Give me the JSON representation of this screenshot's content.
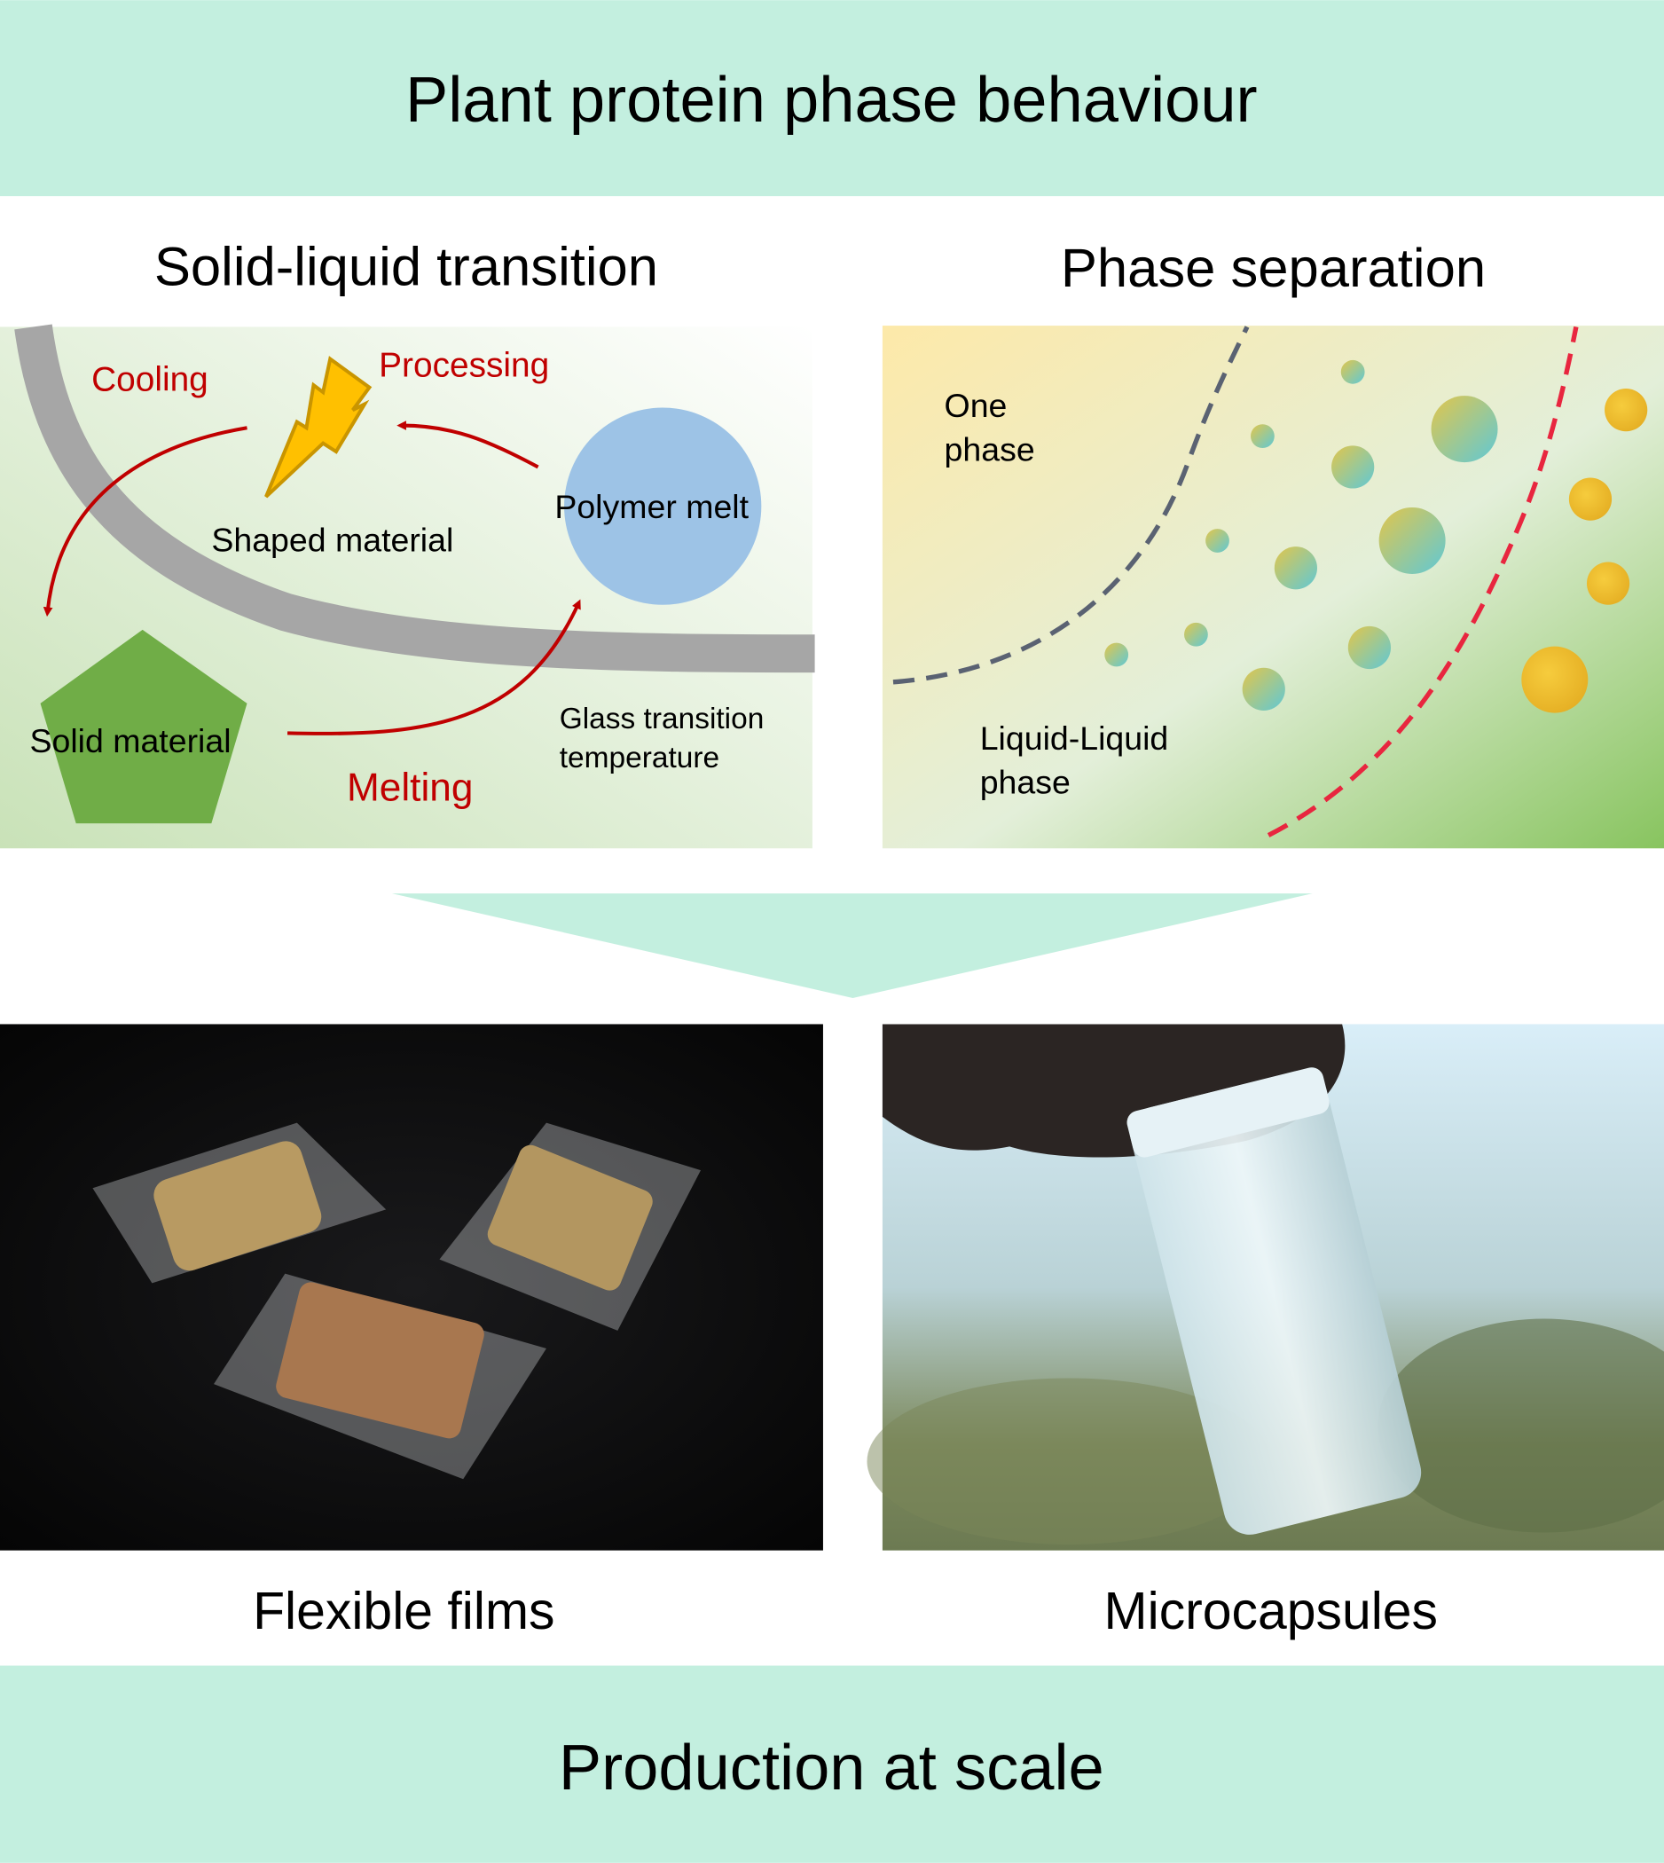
{
  "header": {
    "title": "Plant protein phase behaviour"
  },
  "left_panel": {
    "title": "Solid-liquid transition",
    "labels": {
      "cooling": "Cooling",
      "processing": "Processing",
      "shaped_material": "Shaped material",
      "polymer_melt": "Polymer melt",
      "solid_material": "Solid material",
      "melting": "Melting",
      "glass_transition_line1": "Glass transition",
      "glass_transition_line2": "temperature"
    }
  },
  "right_panel": {
    "title": "Phase separation",
    "labels": {
      "one_phase_line1": "One",
      "one_phase_line2": "phase",
      "llps_line1": "Liquid-Liquid",
      "llps_line2": "phase"
    }
  },
  "photos": {
    "left_caption": "Flexible films",
    "right_caption": "Microcapsules"
  },
  "footer": {
    "title": "Production at scale"
  },
  "colors": {
    "band": "#c3efdf",
    "red": "#c00000",
    "gray": "#a6a6a6",
    "green": "#70ad47",
    "blue": "#9dc3e6",
    "gold": "#f0bf30"
  }
}
